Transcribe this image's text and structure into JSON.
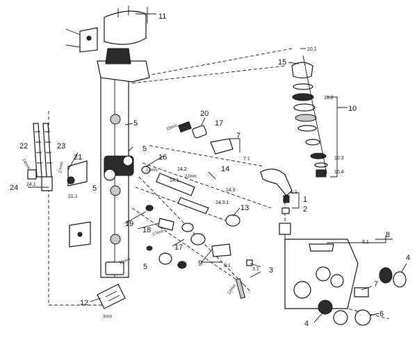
{
  "callouts": {
    "c11": "11",
    "c15": "15",
    "c10_1": "10.1",
    "c10_2": "10.2",
    "c10": "10",
    "c10_3": "10.3",
    "c10_4": "10.4",
    "c5a": "5",
    "c5b": "5",
    "c5c": "5",
    "c5d": "5",
    "c20": "20",
    "c17a": "17",
    "c7a": "7",
    "c7_1": "7.1",
    "c16": "16",
    "c14_2": "14.2",
    "c14": "14",
    "c14_1": "14.1",
    "c14_3": "14.3",
    "c14_3_1": "14.3.1",
    "c13": "13",
    "c19": "19",
    "c18": "18",
    "c17b": "17",
    "c9": "9",
    "c9_1": "9.1",
    "c3_1": "3.1",
    "c3": "3",
    "c1_1": "1.1",
    "c1": "1",
    "c2": "2",
    "c8_1": "8.1",
    "c8": "8",
    "c4a": "4",
    "c4b": "4",
    "c7b": "7",
    "c6": "6",
    "c22": "22",
    "c23": "23",
    "c21": "21",
    "c21_1": "21.1",
    "c24": "24",
    "c24_1": "24.1",
    "c12": "12"
  },
  "dimensions": {
    "d19mm": "19mm",
    "d17mm_a": "17mm",
    "d22mm": "22mm",
    "d24mm": "24mm",
    "d17mm_b": "17mm",
    "d17mm_c": "17mm",
    "d10mm": "10mm",
    "d12mm": "12mm",
    "d3mm": "3mm"
  }
}
